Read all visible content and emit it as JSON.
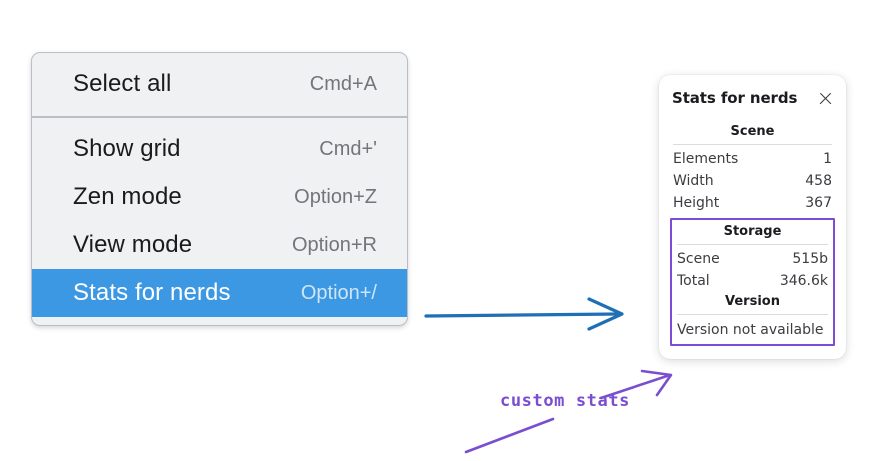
{
  "menu": {
    "sections": [
      {
        "items": [
          {
            "label": "Select all",
            "shortcut": "Cmd+A",
            "selected": false
          }
        ]
      },
      {
        "items": [
          {
            "label": "Show grid",
            "shortcut": "Cmd+'",
            "selected": false
          },
          {
            "label": "Zen mode",
            "shortcut": "Option+Z",
            "selected": false
          },
          {
            "label": "View mode",
            "shortcut": "Option+R",
            "selected": false
          },
          {
            "label": "Stats for nerds",
            "shortcut": "Option+/",
            "selected": true
          }
        ]
      }
    ],
    "items": [
      {
        "label": "Select all",
        "shortcut": "Cmd+A"
      },
      {
        "label": "Show grid",
        "shortcut": "Cmd+'"
      },
      {
        "label": "Zen mode",
        "shortcut": "Option+Z"
      },
      {
        "label": "View mode",
        "shortcut": "Option+R"
      },
      {
        "label": "Stats for nerds",
        "shortcut": "Option+/"
      }
    ],
    "highlight_color": "#3d98e4"
  },
  "stats_panel": {
    "title": "Stats for nerds",
    "close_icon": "close-icon",
    "scene": {
      "heading": "Scene",
      "rows": [
        {
          "label": "Elements",
          "value": "1"
        },
        {
          "label": "Width",
          "value": "458"
        },
        {
          "label": "Height",
          "value": "367"
        }
      ]
    },
    "storage": {
      "heading": "Storage",
      "rows": [
        {
          "label": "Scene",
          "value": "515b"
        },
        {
          "label": "Total",
          "value": "346.6k"
        }
      ]
    },
    "version": {
      "heading": "Version",
      "text": "Version not available"
    },
    "highlight_border_color": "#7c4dd4"
  },
  "annotations": {
    "handwritten_label": "custom stats",
    "arrow_color_blue": "#1f6fb5",
    "arrow_color_purple": "#7a4ed0"
  }
}
